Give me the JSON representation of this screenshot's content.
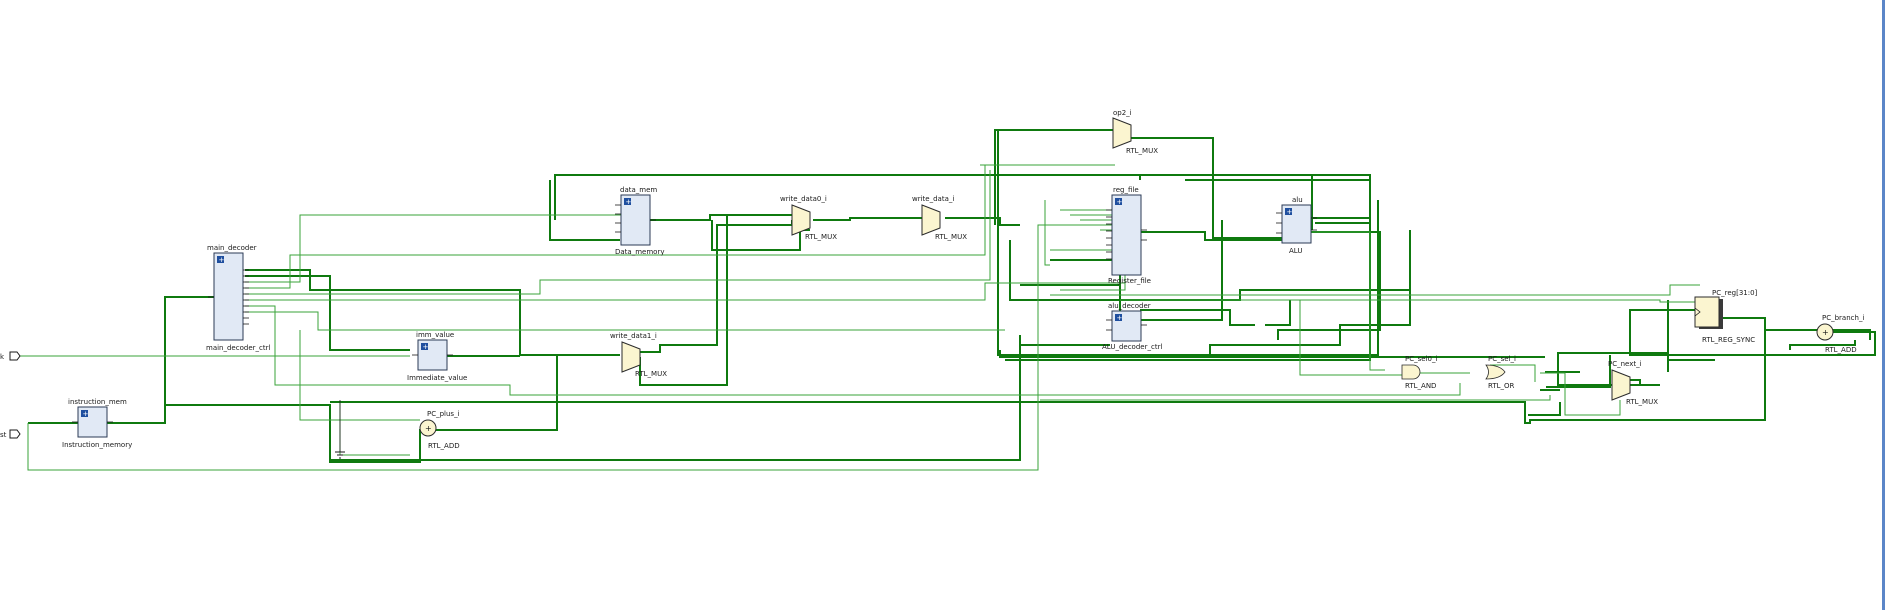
{
  "ports": [
    {
      "id": "clk",
      "label": "k"
    },
    {
      "id": "rst",
      "label": "st"
    }
  ],
  "cells": {
    "main_decoder": {
      "name": "main_decoder",
      "type": "main_decoder_ctrl"
    },
    "instruction_mem": {
      "name": "instruction_mem",
      "type": "Instruction_memory"
    },
    "imm_value": {
      "name": "imm_value",
      "type": "Immediate_value"
    },
    "pc_plus": {
      "name": "PC_plus_i",
      "type": "RTL_ADD"
    },
    "data_mem": {
      "name": "data_mem",
      "type": "Data_memory"
    },
    "write_data0": {
      "name": "write_data0_i",
      "type": "RTL_MUX"
    },
    "write_data1": {
      "name": "write_data1_i",
      "type": "RTL_MUX"
    },
    "write_data": {
      "name": "write_data_i",
      "type": "RTL_MUX"
    },
    "op2": {
      "name": "op2_i",
      "type": "RTL_MUX"
    },
    "reg_file": {
      "name": "reg_file",
      "type": "Register_file"
    },
    "alu_decoder": {
      "name": "alu_decoder",
      "type": "ALU_decoder_ctrl"
    },
    "alu": {
      "name": "alu",
      "type": "ALU"
    },
    "pc_sel0": {
      "name": "PC_sel0_i",
      "type": "RTL_AND"
    },
    "pc_sel": {
      "name": "PC_sel_i",
      "type": "RTL_OR"
    },
    "pc_next": {
      "name": "PC_next_i",
      "type": "RTL_MUX"
    },
    "pc_reg": {
      "name": "PC_reg[31:0]",
      "type": "RTL_REG_SYNC"
    },
    "pc_branch": {
      "name": "PC_branch_i",
      "type": "RTL_ADD"
    }
  },
  "colors": {
    "bus": "#0f7a0f",
    "net": "#3aa33a",
    "block_fill": "#e1e9f5",
    "primitive_fill": "#fbf5d0",
    "border": "#5b86c8"
  },
  "symbols": {
    "adder_glyph": "+",
    "ground": "ground-icon",
    "expand": "expand-icon"
  }
}
